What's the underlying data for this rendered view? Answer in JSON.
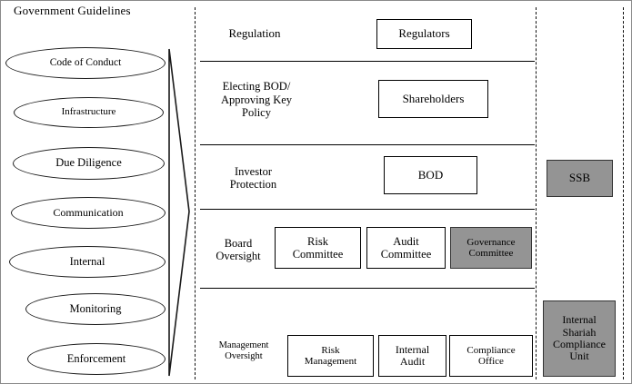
{
  "diagram": {
    "title": "Government Guidelines",
    "colors": {
      "shaded_fill": "#949494",
      "line": "#000000",
      "background": "#ffffff"
    },
    "guidelines": [
      {
        "label": "Code of Conduct"
      },
      {
        "label": "Infrastructure"
      },
      {
        "label": "Due Diligence"
      },
      {
        "label": "Communication"
      },
      {
        "label": "Internal"
      },
      {
        "label": "Monitoring"
      },
      {
        "label": "Enforcement"
      }
    ],
    "rows": [
      {
        "label": "Regulation",
        "boxes": [
          {
            "label": "Regulators",
            "shaded": false
          }
        ]
      },
      {
        "label": "Electing BOD/ Approving Key Policy",
        "label_line1": "Electing BOD/",
        "label_line2": "Approving Key",
        "label_line3": "Policy",
        "boxes": [
          {
            "label": "Shareholders",
            "shaded": false
          }
        ]
      },
      {
        "label": "Investor Protection",
        "label_line1": "Investor",
        "label_line2": "Protection",
        "boxes": [
          {
            "label": "BOD",
            "shaded": false
          }
        ]
      },
      {
        "label": "Board Oversight",
        "label_line1": "Board",
        "label_line2": "Oversight",
        "boxes": [
          {
            "label_line1": "Risk",
            "label_line2": "Committee",
            "shaded": false
          },
          {
            "label_line1": "Audit",
            "label_line2": "Committee",
            "shaded": false
          },
          {
            "label_line1": "Governance",
            "label_line2": "Committee",
            "shaded": true
          }
        ]
      },
      {
        "label": "Management Oversight",
        "label_line1": "Management",
        "label_line2": "Oversight",
        "boxes": [
          {
            "label_line1": "Risk",
            "label_line2": "Management",
            "shaded": false
          },
          {
            "label_line1": "Internal",
            "label_line2": "Audit",
            "shaded": false
          },
          {
            "label_line1": "Compliance",
            "label_line2": "Office",
            "shaded": true
          }
        ]
      }
    ],
    "shariah_column": {
      "ssb": {
        "label": "SSB"
      },
      "iscu": {
        "label_line1": "Internal",
        "label_line2": "Shariah",
        "label_line3": "Compliance",
        "label_line4": "Unit"
      }
    }
  }
}
